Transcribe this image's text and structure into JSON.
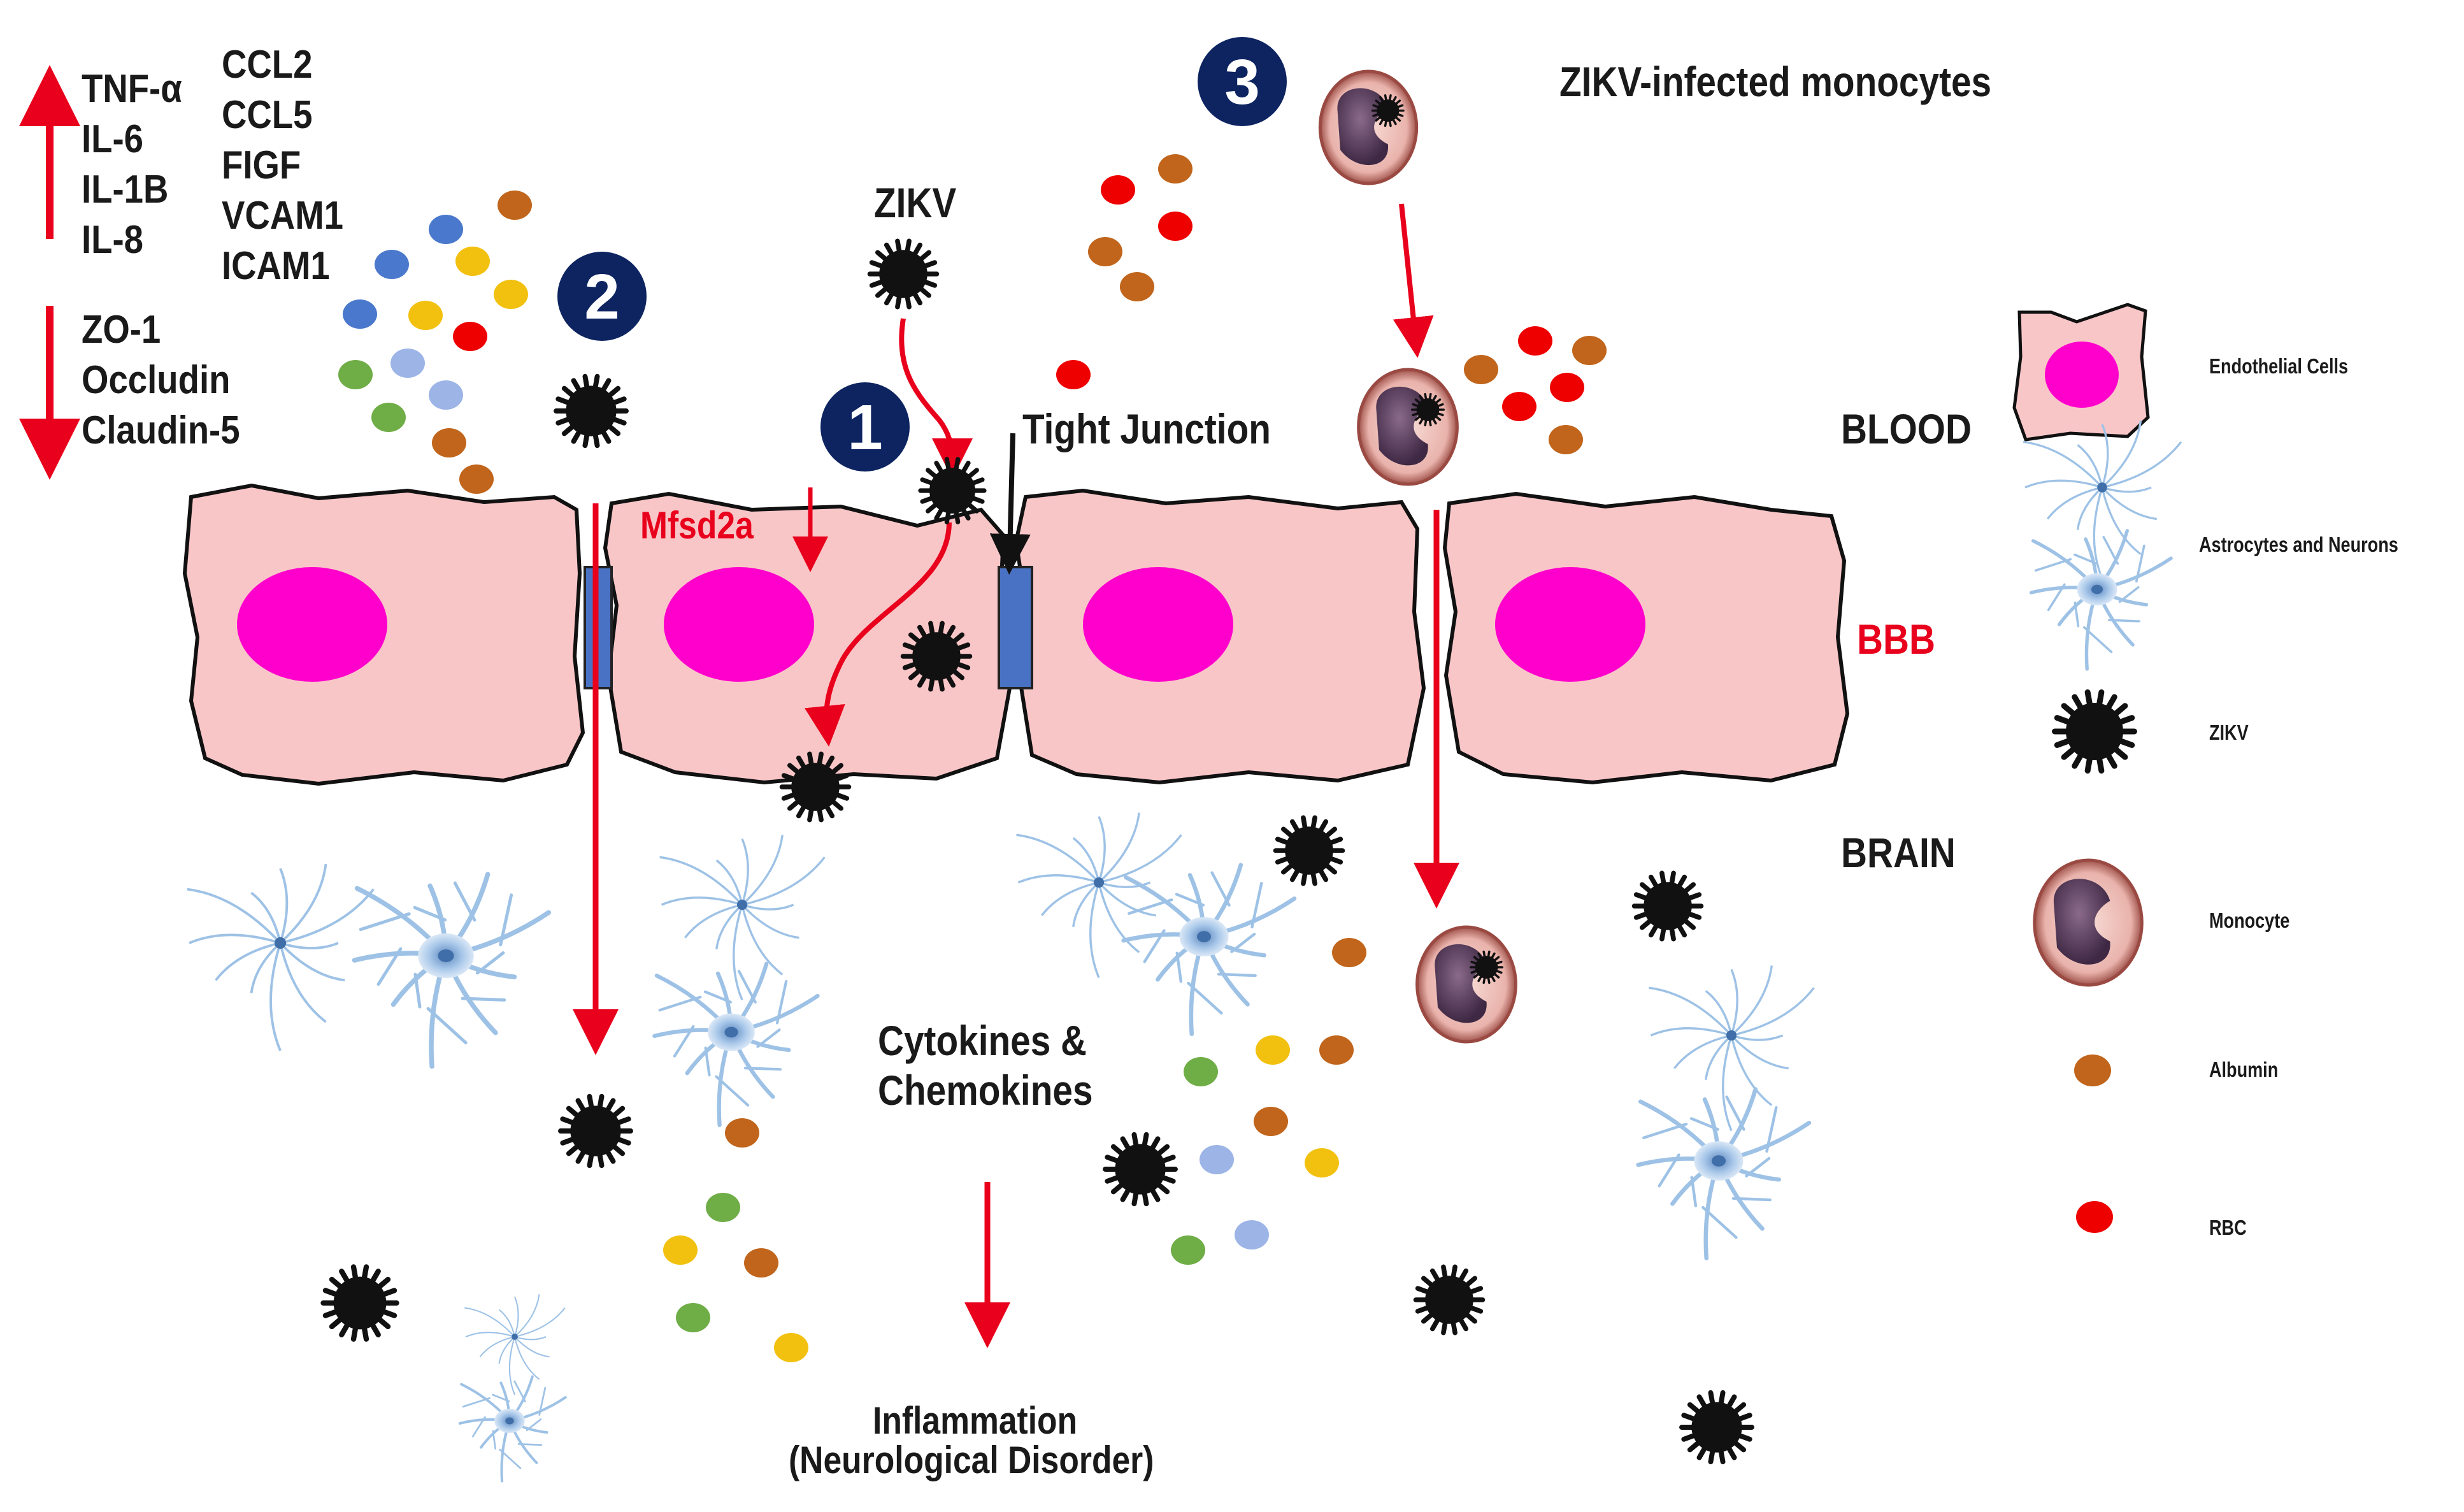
{
  "markers_up": [
    "TNF-α",
    "IL-6",
    "IL-1B",
    "IL-8"
  ],
  "markers_chemo": [
    "CCL2",
    "CCL5",
    "FIGF",
    "VCAM1",
    "ICAM1"
  ],
  "markers_down": [
    "ZO-1",
    "Occludin",
    "Claudin-5"
  ],
  "steps": [
    "1",
    "2",
    "3"
  ],
  "labels": {
    "zikv": "ZIKV",
    "tight_junction": "Tight Junction",
    "mfsd2a": "Mfsd2a",
    "zikv_monocytes": "ZIKV-infected  monocytes",
    "blood": "BLOOD",
    "bbb": "BBB",
    "brain": "BRAIN",
    "cytokines_line1": "Cytokines &",
    "cytokines_line2": "Chemokines",
    "inflammation_line1": "Inflammation",
    "inflammation_line2": "(Neurological Disorder)"
  },
  "legend": [
    {
      "label": "Endothelial Cells",
      "icon": "endothelial-cell-icon"
    },
    {
      "label": "Astrocytes and Neurons",
      "icon": "astrocyte-neuron-icon"
    },
    {
      "label": "ZIKV",
      "icon": "zikv-virus-icon"
    },
    {
      "label": "Monocyte",
      "icon": "monocyte-icon"
    },
    {
      "label": "Albumin",
      "icon": "albumin-icon"
    },
    {
      "label": "RBC",
      "icon": "rbc-icon"
    }
  ],
  "colors": {
    "cell_fill": "#f9c6c8",
    "nucleus": "#ff00cc",
    "junction": "#4a72c4",
    "arrow_red": "#e8001c",
    "virus": "#111111",
    "step_circle": "#0d2461",
    "albumin": "#c0651b",
    "rbc": "#ee0000",
    "cytokine_blue": "#4a78cc",
    "cytokine_yellow": "#f2c10f",
    "cytokine_green": "#6fad47",
    "cytokine_lightblue": "#9cb4e6",
    "astrocyte": "#9ec2e6",
    "monocyte_outer": "#f2c4bd",
    "monocyte_nucleus": "#5a4060"
  }
}
